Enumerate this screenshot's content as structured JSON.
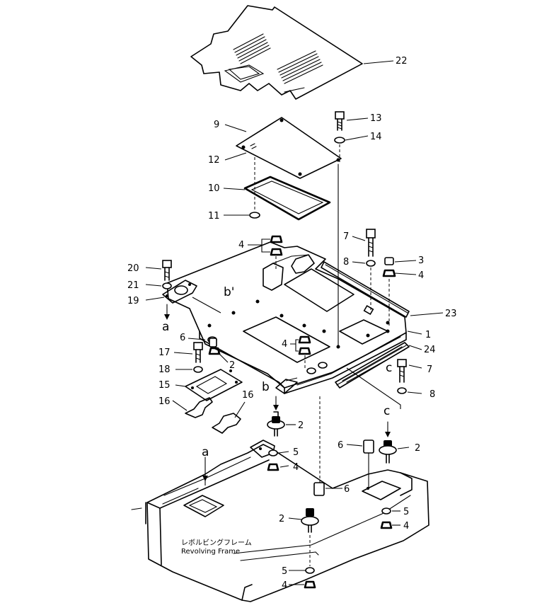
{
  "callouts": [
    {
      "id": "c22",
      "text": "22"
    },
    {
      "id": "c13",
      "text": "13"
    },
    {
      "id": "c14",
      "text": "14"
    },
    {
      "id": "c9",
      "text": "9"
    },
    {
      "id": "c12",
      "text": "12"
    },
    {
      "id": "c10",
      "text": "10"
    },
    {
      "id": "c11",
      "text": "11"
    },
    {
      "id": "c7a",
      "text": "7"
    },
    {
      "id": "c8a",
      "text": "8"
    },
    {
      "id": "c3",
      "text": "3"
    },
    {
      "id": "c4a",
      "text": "4"
    },
    {
      "id": "c4b",
      "text": "4"
    },
    {
      "id": "c20",
      "text": "20"
    },
    {
      "id": "c21",
      "text": "21"
    },
    {
      "id": "c19",
      "text": "19"
    },
    {
      "id": "c23",
      "text": "23"
    },
    {
      "id": "c1",
      "text": "1"
    },
    {
      "id": "c6a",
      "text": "6"
    },
    {
      "id": "c2a",
      "text": "2"
    },
    {
      "id": "c4c",
      "text": "4"
    },
    {
      "id": "c24",
      "text": "24"
    },
    {
      "id": "c17",
      "text": "17"
    },
    {
      "id": "c18",
      "text": "18"
    },
    {
      "id": "c7b",
      "text": "7"
    },
    {
      "id": "c15",
      "text": "15"
    },
    {
      "id": "c8b",
      "text": "8"
    },
    {
      "id": "c16a",
      "text": "16"
    },
    {
      "id": "c16b",
      "text": "16"
    },
    {
      "id": "c2b",
      "text": "2"
    },
    {
      "id": "c6b",
      "text": "6"
    },
    {
      "id": "c2c",
      "text": "2"
    },
    {
      "id": "c5a",
      "text": "5"
    },
    {
      "id": "c4d",
      "text": "4"
    },
    {
      "id": "c6c",
      "text": "6"
    },
    {
      "id": "c5b",
      "text": "5"
    },
    {
      "id": "c4e",
      "text": "4"
    },
    {
      "id": "c2d",
      "text": "2"
    },
    {
      "id": "c5c",
      "text": "5"
    },
    {
      "id": "c4f",
      "text": "4"
    }
  ],
  "ref_letters": [
    {
      "id": "ref-a-top",
      "text": "a"
    },
    {
      "id": "ref-b-prime",
      "text": "b'"
    },
    {
      "id": "ref-b",
      "text": "b"
    },
    {
      "id": "ref-c-mid",
      "text": "c"
    },
    {
      "id": "ref-c-low",
      "text": "c"
    },
    {
      "id": "ref-a-low",
      "text": "a"
    }
  ],
  "frame_label": {
    "jp": "レボルビングフレーム",
    "en": "Revolving  Frame"
  }
}
